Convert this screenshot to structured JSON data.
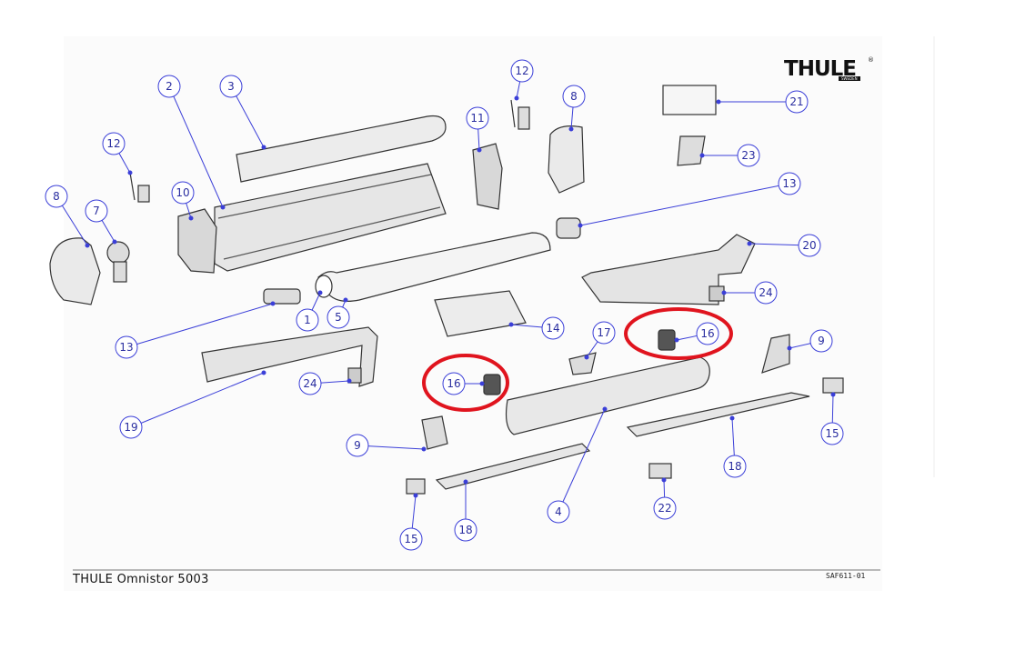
{
  "brand": {
    "name": "THULE",
    "reg": "®",
    "sub": "SWEDEN"
  },
  "footer": {
    "title": "THULE Omnistor 5003",
    "code": "SAF611-01"
  },
  "colors": {
    "callout": "#3b3fd8",
    "highlight": "#e0141e",
    "frame": "#555555"
  },
  "callouts": [
    {
      "id": "c1",
      "label": "1"
    },
    {
      "id": "c2",
      "label": "2"
    },
    {
      "id": "c3",
      "label": "3"
    },
    {
      "id": "c4",
      "label": "4"
    },
    {
      "id": "c5",
      "label": "5"
    },
    {
      "id": "c7",
      "label": "7"
    },
    {
      "id": "c8a",
      "label": "8"
    },
    {
      "id": "c8b",
      "label": "8"
    },
    {
      "id": "c9a",
      "label": "9"
    },
    {
      "id": "c9b",
      "label": "9"
    },
    {
      "id": "c10",
      "label": "10"
    },
    {
      "id": "c11",
      "label": "11"
    },
    {
      "id": "c12a",
      "label": "12"
    },
    {
      "id": "c12b",
      "label": "12"
    },
    {
      "id": "c13a",
      "label": "13"
    },
    {
      "id": "c13b",
      "label": "13"
    },
    {
      "id": "c14",
      "label": "14"
    },
    {
      "id": "c15a",
      "label": "15"
    },
    {
      "id": "c15b",
      "label": "15"
    },
    {
      "id": "c16a",
      "label": "16"
    },
    {
      "id": "c16b",
      "label": "16"
    },
    {
      "id": "c17",
      "label": "17"
    },
    {
      "id": "c18a",
      "label": "18"
    },
    {
      "id": "c18b",
      "label": "18"
    },
    {
      "id": "c19",
      "label": "19"
    },
    {
      "id": "c20",
      "label": "20"
    },
    {
      "id": "c21",
      "label": "21"
    },
    {
      "id": "c22",
      "label": "22"
    },
    {
      "id": "c23",
      "label": "23"
    },
    {
      "id": "c24a",
      "label": "24"
    },
    {
      "id": "c24b",
      "label": "24"
    }
  ]
}
